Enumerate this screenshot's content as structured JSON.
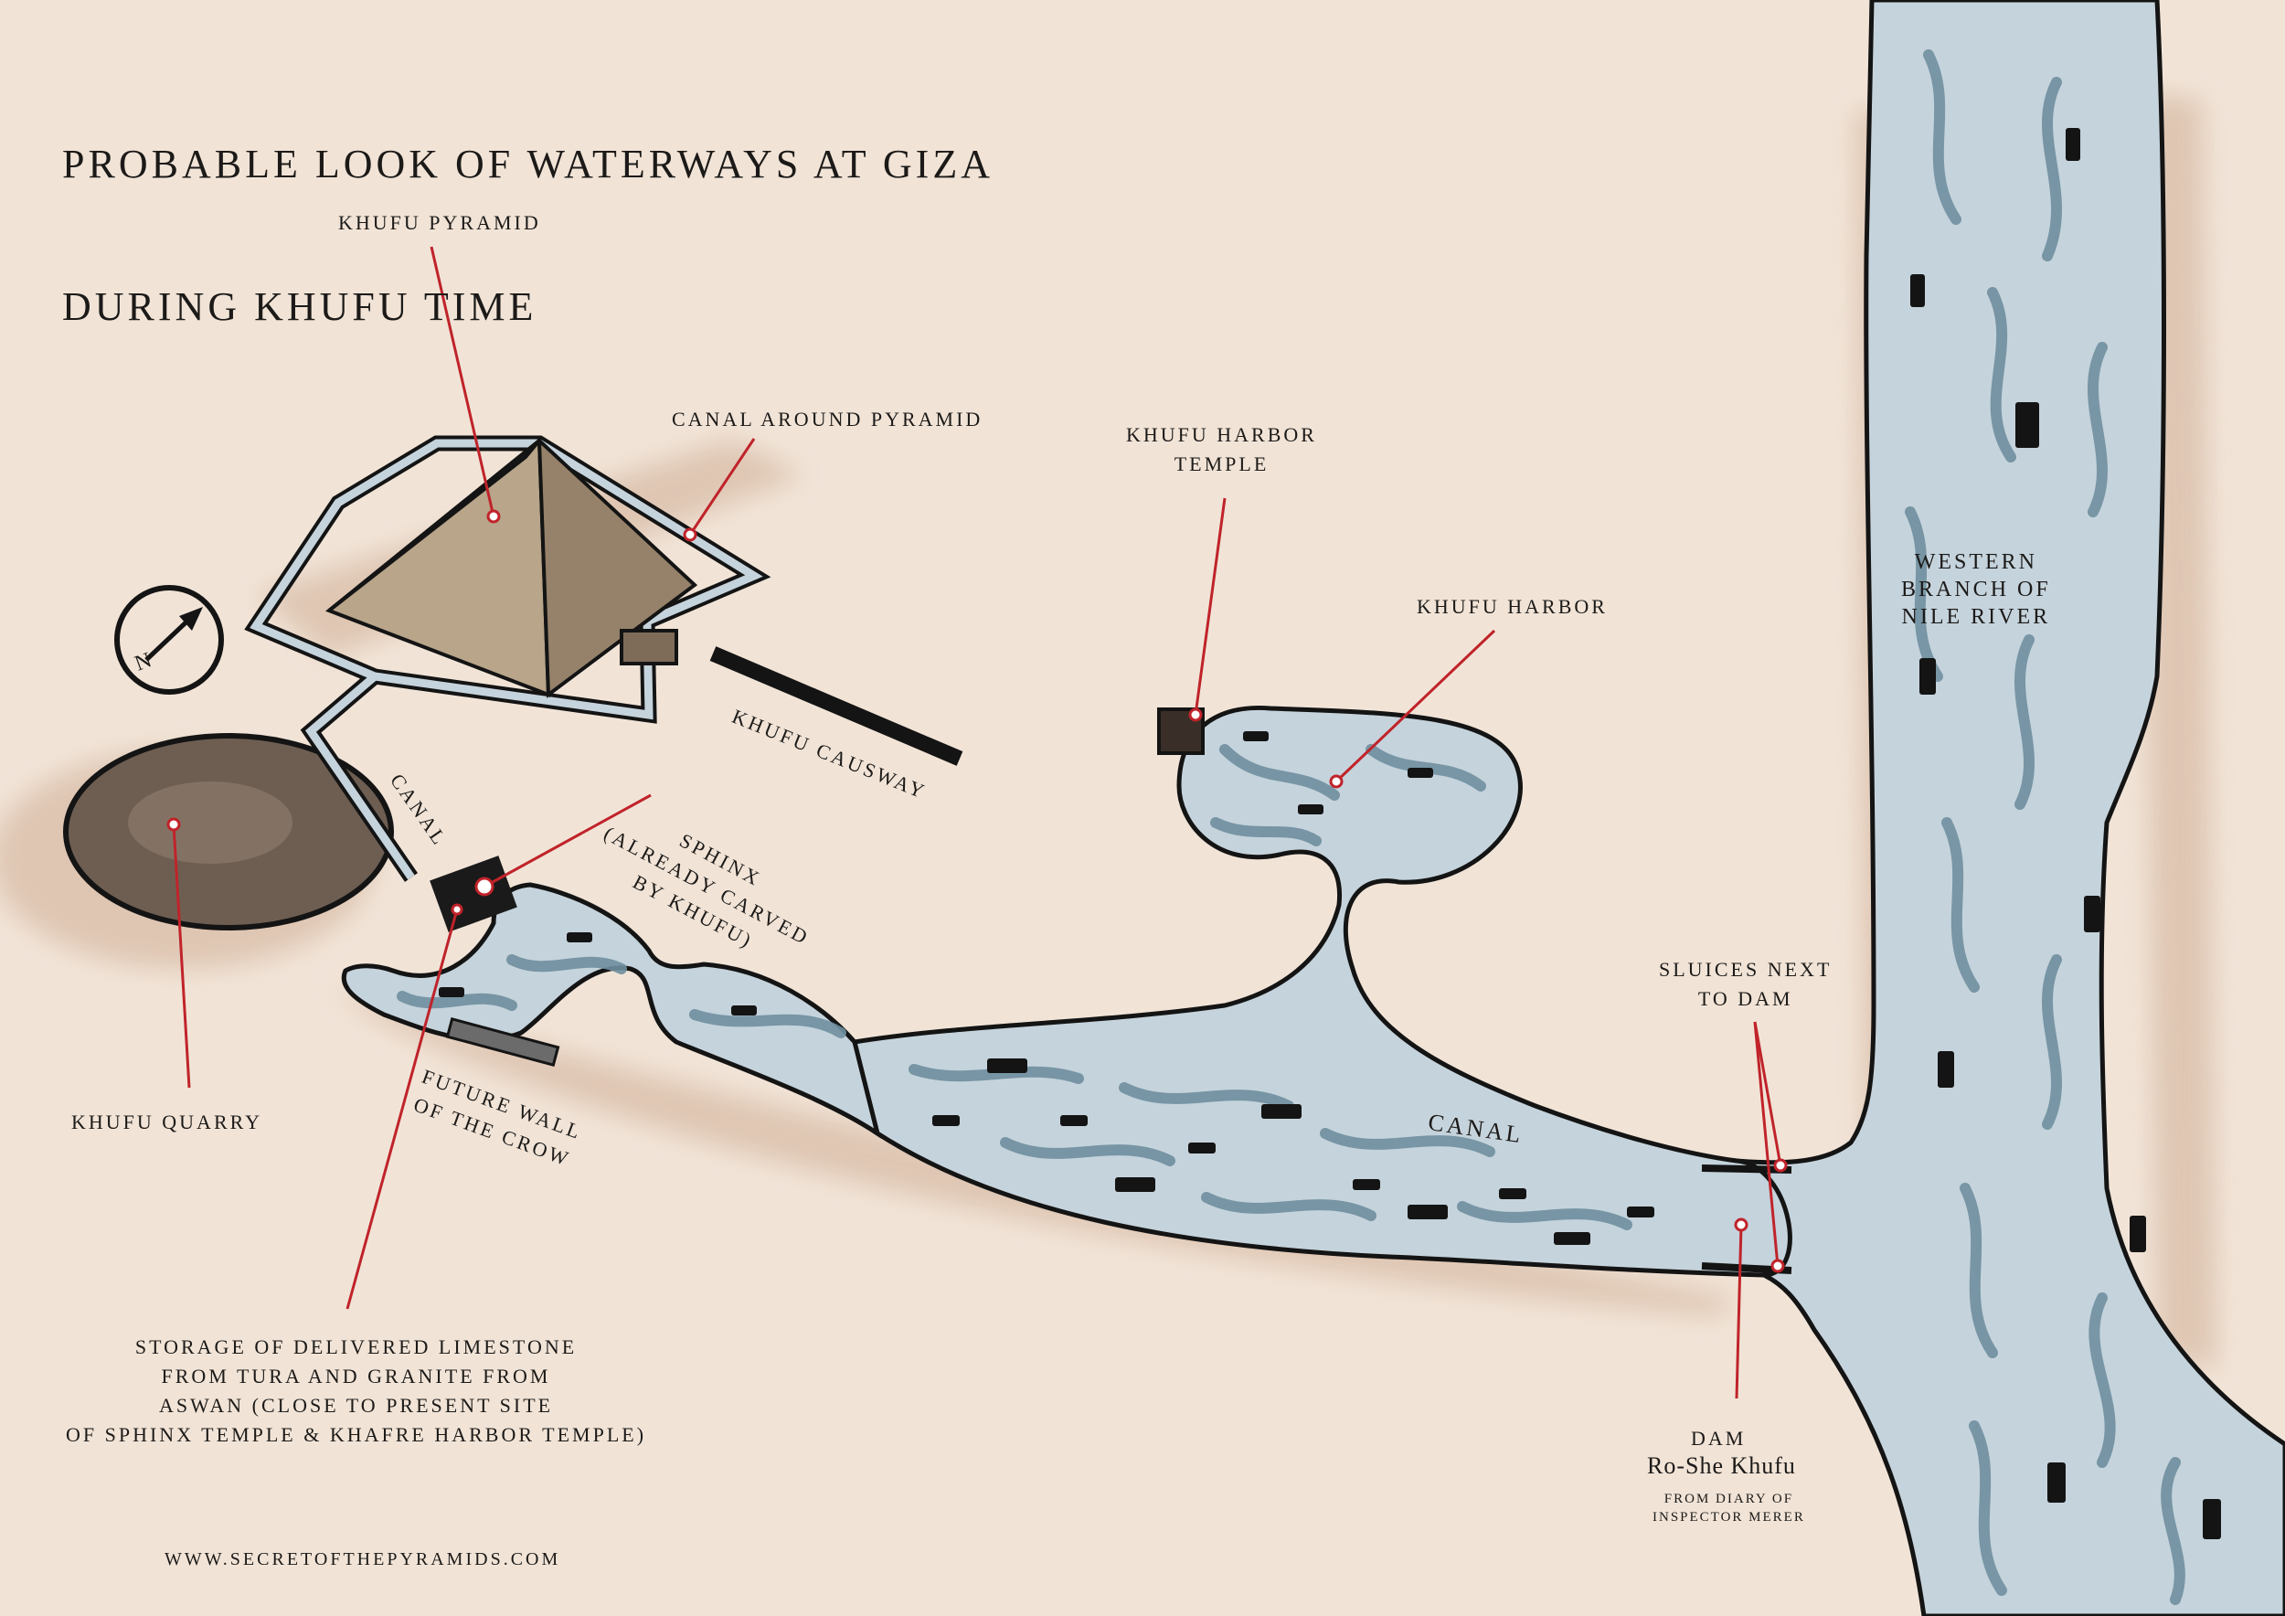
{
  "title": {
    "line1": "PROBABLE LOOK OF WATERWAYS AT GIZA",
    "line2": "DURING KHUFU TIME"
  },
  "labels": {
    "khufu_pyramid": "KHUFU PYRAMID",
    "canal_around_pyramid": "CANAL AROUND PYRAMID",
    "khufu_harbor_temple": "KHUFU HARBOR\nTEMPLE",
    "khufu_harbor": "KHUFU HARBOR",
    "western_branch": "WESTERN\nBRANCH OF\nNILE RIVER",
    "khufu_causeway": "KHUFU CAUSWAY",
    "canal_small": "CANAL",
    "sphinx": "SPHINX\n(ALREADY CARVED\nBY KHUFU)",
    "future_wall": "FUTURE WALL\nOF THE CROW",
    "khufu_quarry": "KHUFU QUARRY",
    "canal_main": "CANAL",
    "sluices": "SLUICES NEXT\nTO DAM",
    "storage": "STORAGE OF DELIVERED LIMESTONE\nFROM TURA AND GRANITE FROM\nASWAN (CLOSE TO PRESENT SITE\nOF SPHINX TEMPLE & KHAFRE HARBOR TEMPLE)",
    "dam": "DAM",
    "dam_name": "Ro-She Khufu",
    "dam_source": "FROM DIARY OF\nINSPECTOR MERER",
    "website": "WWW.SECRETOFTHEPYRAMIDS.COM"
  },
  "compass": {
    "letter": "N",
    "icon": "compass-icon"
  },
  "colors": {
    "background": "#f1e4d7",
    "water": "#c5d3dc",
    "water_swirl": "#6f8f9e",
    "leader_line": "#c0232a",
    "pyramid_light": "#b8a58a",
    "pyramid_dark": "#96826a",
    "quarry": "#6e5e52"
  }
}
